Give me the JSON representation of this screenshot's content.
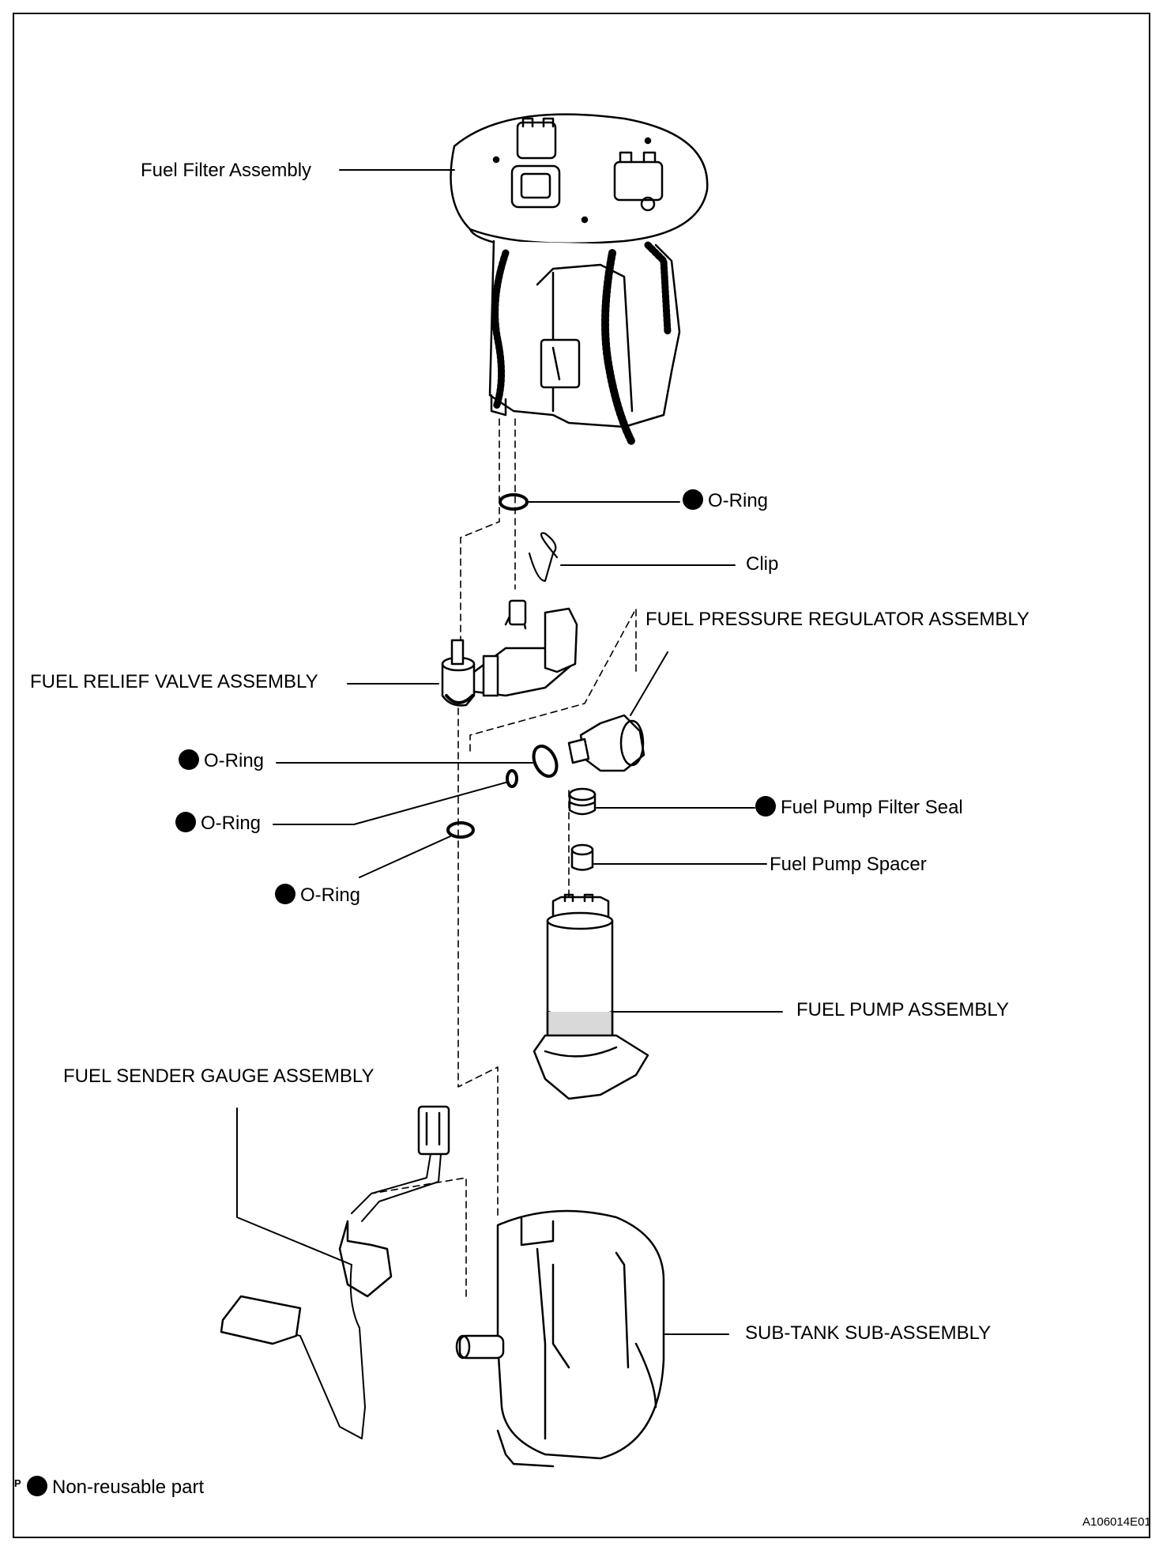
{
  "labels": {
    "fuel_filter": "Fuel Filter Assembly",
    "o_ring_top": "O-Ring",
    "clip": "Clip",
    "pressure_regulator": "FUEL PRESSURE REGULATOR ASSEMBLY",
    "relief_valve": "FUEL RELIEF VALVE ASSEMBLY",
    "o_ring_1": "O-Ring",
    "o_ring_2": "O-Ring",
    "o_ring_3": "O-Ring",
    "filter_seal": "Fuel Pump Filter Seal",
    "pump_spacer": "Fuel Pump Spacer",
    "pump": "FUEL PUMP ASSEMBLY",
    "sender_gauge": "FUEL SENDER GAUGE ASSEMBLY",
    "sub_tank": "SUB-TANK SUB-ASSEMBLY"
  },
  "legend": {
    "text": "Non-reusable part",
    "marker": "P"
  },
  "figure_id": "A106014E01",
  "colors": {
    "ink": "#000000",
    "paper": "#ffffff",
    "shade": "#d9d9d9"
  },
  "icons": {
    "non_reusable": "filled-circle-icon"
  }
}
